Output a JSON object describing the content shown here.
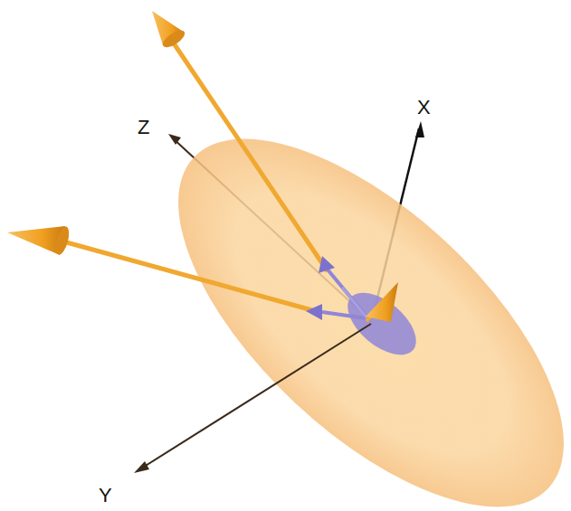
{
  "diagram": {
    "labels": [
      "X",
      "Z",
      "Y"
    ]
  }
}
